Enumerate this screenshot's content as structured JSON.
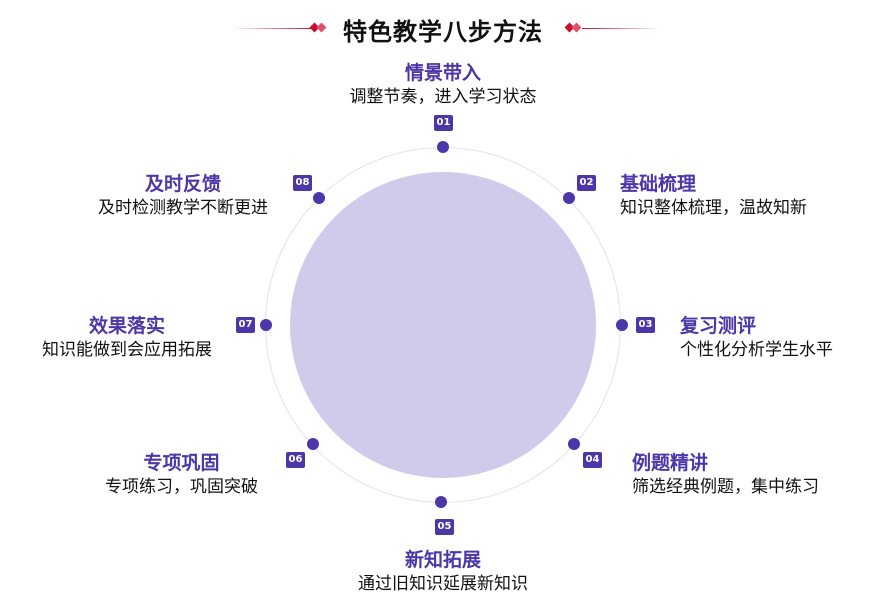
{
  "title": "特色教学八步方法",
  "colors": {
    "accent": "#4b37a8",
    "core": "#d0cbeb",
    "line": "#c8102e"
  },
  "steps": [
    {
      "num": "01",
      "title": "情景带入",
      "desc": "调整节奏，进入学习状态"
    },
    {
      "num": "02",
      "title": "基础梳理",
      "desc": "知识整体梳理，温故知新"
    },
    {
      "num": "03",
      "title": "复习测评",
      "desc": "个性化分析学生水平"
    },
    {
      "num": "04",
      "title": "例题精讲",
      "desc": "筛选经典例题，集中练习"
    },
    {
      "num": "05",
      "title": "新知拓展",
      "desc": "通过旧知识延展新知识"
    },
    {
      "num": "06",
      "title": "专项巩固",
      "desc": "专项练习，巩固突破"
    },
    {
      "num": "07",
      "title": "效果落实",
      "desc": "知识能做到会应用拓展"
    },
    {
      "num": "08",
      "title": "及时反馈",
      "desc": "及时检测教学不断更进"
    }
  ]
}
